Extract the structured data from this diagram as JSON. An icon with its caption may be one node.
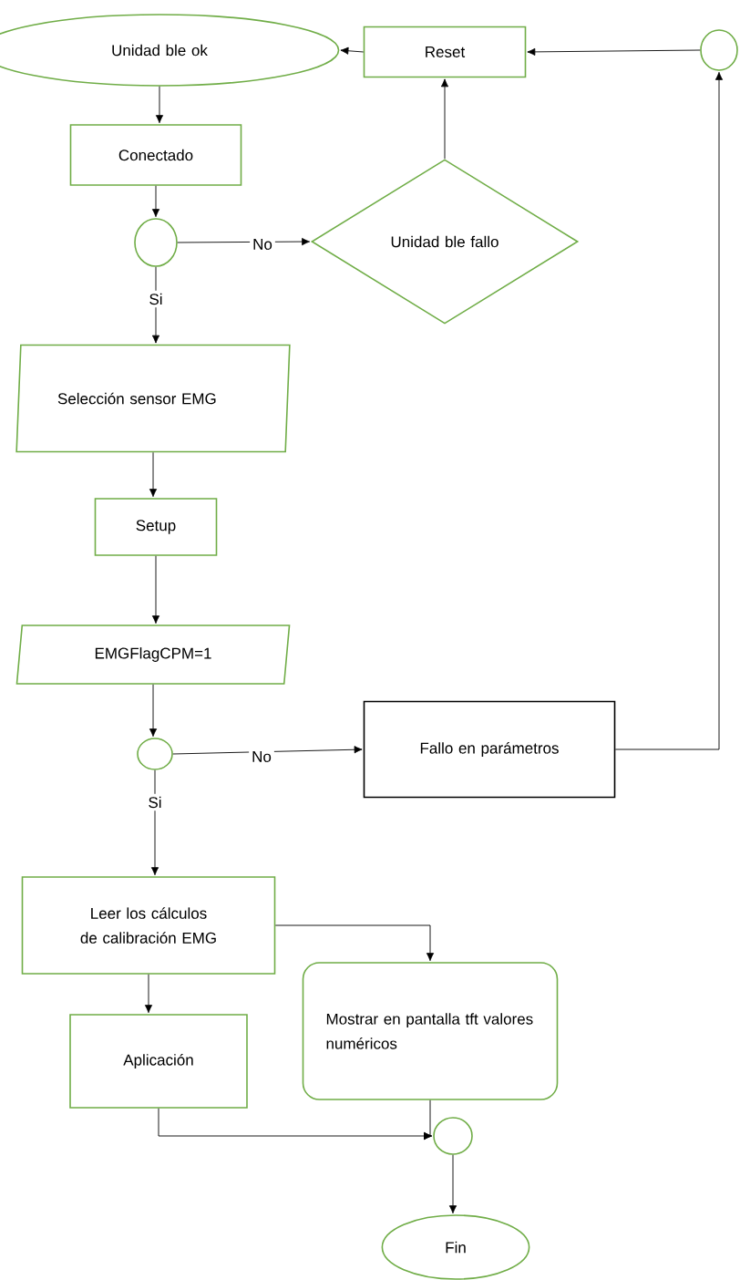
{
  "diagram": {
    "nodes": [
      {
        "text": [
          "Unidad ble ok"
        ]
      },
      {
        "text": [
          "Reset"
        ]
      },
      {
        "text": [],
        "shape": "circle"
      },
      {
        "text": [
          "Conectado"
        ]
      },
      {
        "text": [],
        "shape": "circle"
      },
      {
        "text": [
          "Unidad ble fallo"
        ]
      },
      {
        "text": [
          "Selección sensor EMG"
        ]
      },
      {
        "text": [
          "Setup"
        ]
      },
      {
        "text": [
          "EMGFlagCPM=1"
        ]
      },
      {
        "text": [],
        "shape": "circle"
      },
      {
        "text": [
          "Fallo en parámetros"
        ]
      },
      {
        "text": [
          "Leer los cálculos de calibración EMG"
        ]
      },
      {
        "text": [
          "Aplicación"
        ]
      },
      {
        "text": [
          "Mostrar en pantalla tft valores numéricos"
        ]
      },
      {
        "text": [],
        "shape": "circle"
      },
      {
        "text": [
          "Fin"
        ]
      }
    ],
    "edges": [
      {
        "from": 1,
        "to": 0,
        "arrow": "to"
      },
      {
        "from": 2,
        "to": 1,
        "arrow": "to"
      },
      {
        "from": 5,
        "to": 1,
        "arrow": "to"
      },
      {
        "from": 0,
        "to": 3,
        "arrow": "to"
      },
      {
        "from": 3,
        "to": 4,
        "arrow": "to"
      },
      {
        "from": 4,
        "to": 5,
        "arrow": "to",
        "label": "No"
      },
      {
        "from": 4,
        "to": 6,
        "arrow": "to",
        "label": "Si"
      },
      {
        "from": 6,
        "to": 7,
        "arrow": "to"
      },
      {
        "from": 7,
        "to": 8,
        "arrow": "to"
      },
      {
        "from": 8,
        "to": 9,
        "arrow": "to"
      },
      {
        "from": 9,
        "to": 10,
        "arrow": "to",
        "label": "No"
      },
      {
        "from": 9,
        "to": 11,
        "arrow": "to",
        "label": "Si"
      },
      {
        "from": 10,
        "to": 2,
        "arrow": "to"
      },
      {
        "from": 11,
        "to": 13,
        "arrow": "to"
      },
      {
        "from": 11,
        "to": 12,
        "arrow": "to"
      },
      {
        "from": 12,
        "to": 14,
        "arrow": "to"
      },
      {
        "from": 13,
        "to": 14,
        "arrow": "to"
      },
      {
        "from": 14,
        "to": 15,
        "arrow": "to"
      }
    ]
  }
}
